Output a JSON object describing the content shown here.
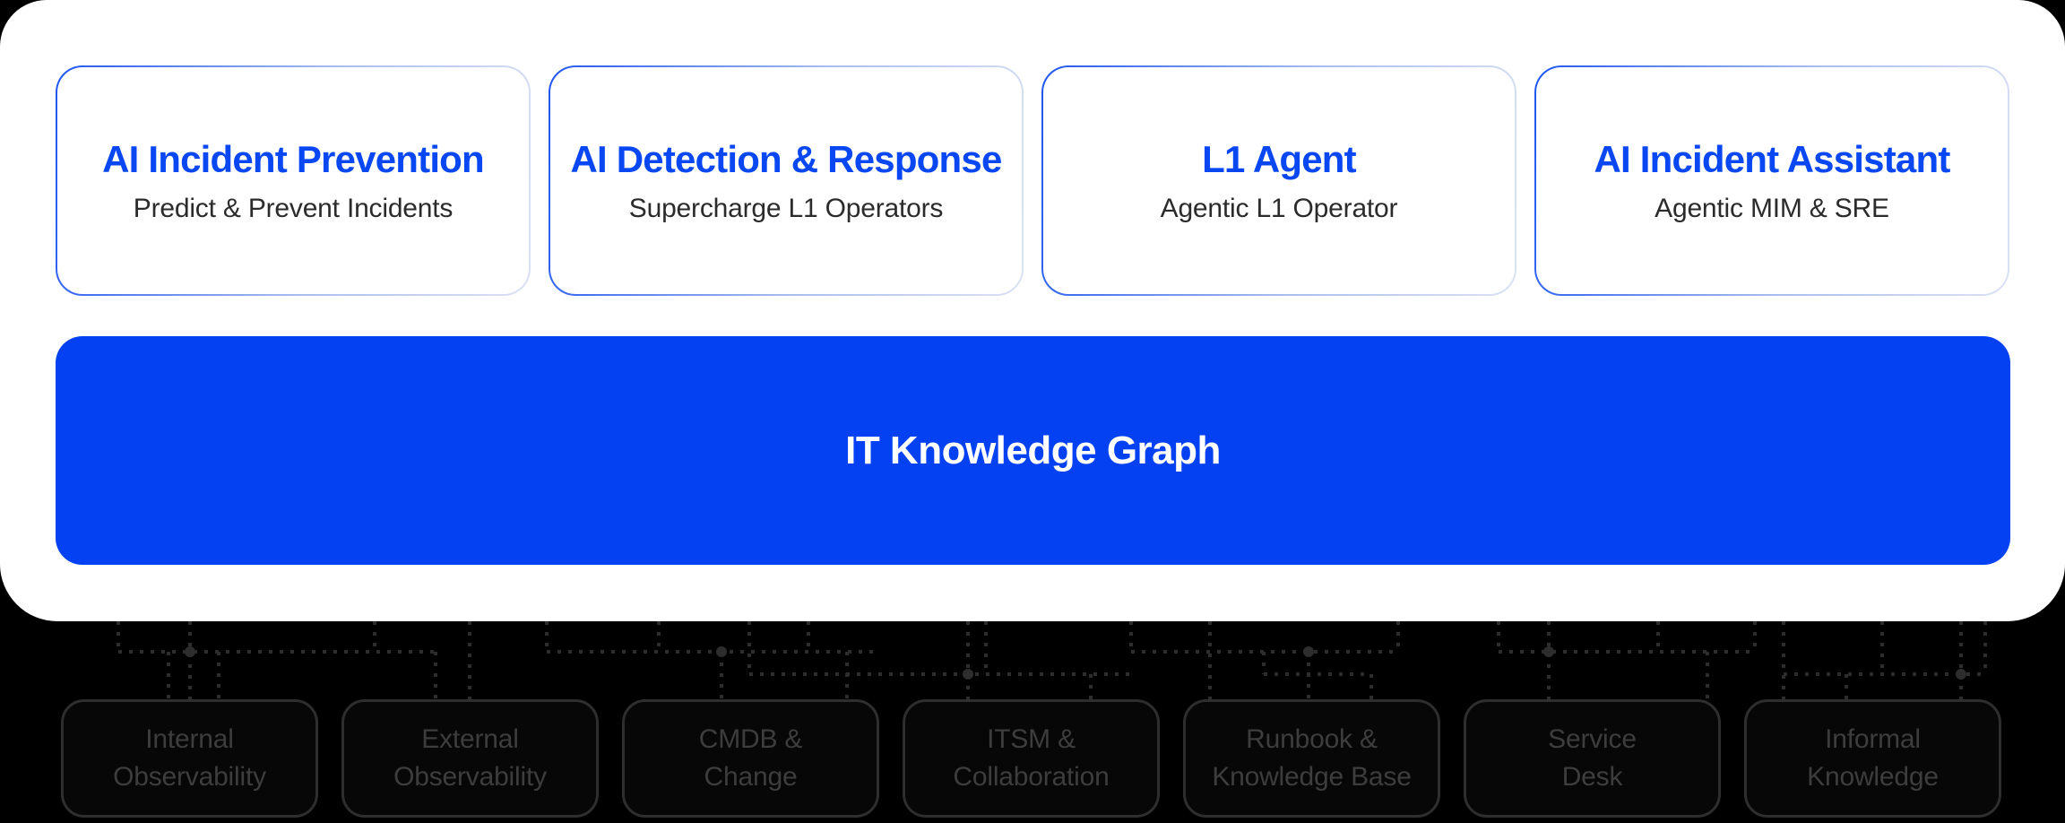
{
  "colors": {
    "accent_blue": "#0847f2",
    "bar_blue": "#0341f2",
    "card_border_start": "#1f56f0",
    "card_border_end": "#dbe2f3",
    "subtitle_ink": "#2b2b2b",
    "canvas_white": "#ffffff",
    "backdrop_black": "#000000",
    "source_box_border": "#2e2e2e",
    "source_box_text": "#3d3d3d",
    "wire_gray": "#2d2d2d"
  },
  "product_cards": [
    {
      "title": "AI Incident Prevention",
      "subtitle": "Predict & Prevent Incidents"
    },
    {
      "title": "AI Detection & Response",
      "subtitle": "Supercharge L1 Operators"
    },
    {
      "title": "L1 Agent",
      "subtitle": "Agentic L1 Operator"
    },
    {
      "title": "AI Incident Assistant",
      "subtitle": "Agentic MIM & SRE"
    }
  ],
  "knowledge_graph": {
    "label": "IT Knowledge Graph"
  },
  "data_sources": [
    {
      "line1": "Internal",
      "line2": "Observability"
    },
    {
      "line1": "External",
      "line2": "Observability"
    },
    {
      "line1": "CMDB &",
      "line2": "Change"
    },
    {
      "line1": "ITSM &",
      "line2": "Collaboration"
    },
    {
      "line1": "Runbook &",
      "line2": "Knowledge Base"
    },
    {
      "line1": "Service",
      "line2": "Desk"
    },
    {
      "line1": "Informal",
      "line2": "Knowledge"
    }
  ]
}
